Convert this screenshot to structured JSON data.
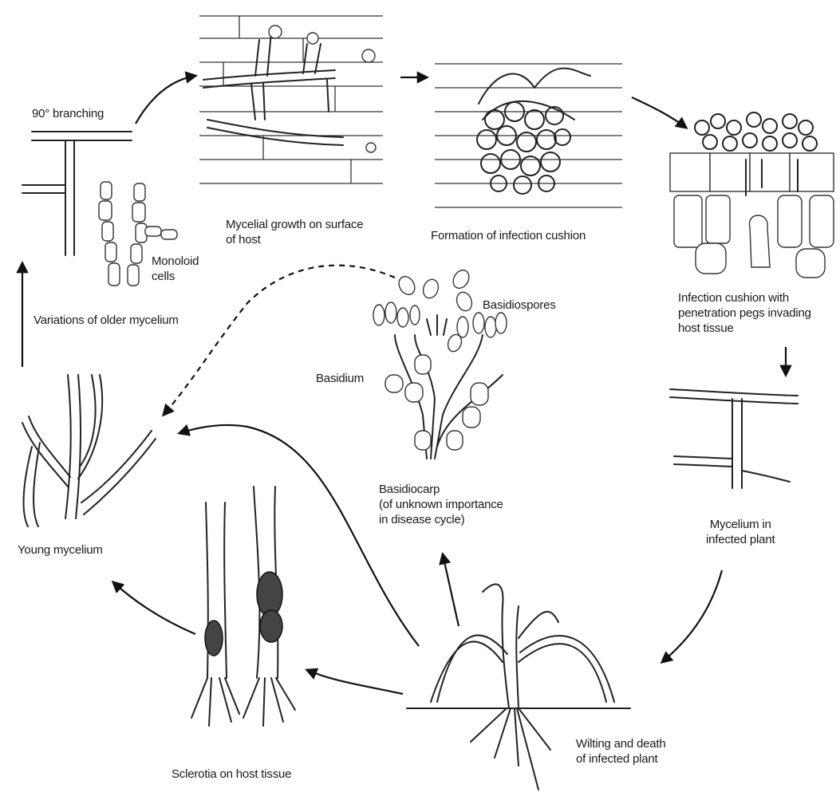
{
  "labels": {
    "branching": "90° branching",
    "mycelial_growth": "Mycelial growth on surface\nof host",
    "infection_cushion_formation": "Formation of infection cushion",
    "infection_cushion_pegs": "Infection cushion with\npenetration pegs invading\nhost tissue",
    "monoloid_cells": "Monoloid\ncells",
    "older_mycelium": "Variations of older mycelium",
    "basidiospores": "Basidiospores",
    "basidium": "Basidium",
    "basidiocarp": "Basidiocarp\n(of unknown importance\nin disease cycle)",
    "mycelium_infected": "Mycelium in\ninfected plant",
    "young_mycelium": "Young mycelium",
    "sclerotia": "Sclerotia on host tissue",
    "wilting": "Wilting and death\nof infected plant"
  },
  "colors": {
    "ink": "#222222",
    "background": "#ffffff"
  }
}
